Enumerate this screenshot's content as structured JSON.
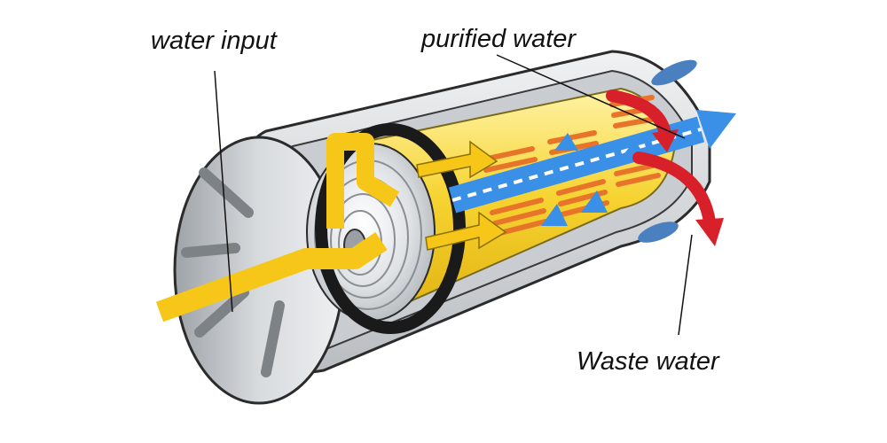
{
  "labels": {
    "water_input": "water input",
    "purified_water": "purified water",
    "waste_water": "Waste water"
  },
  "colors": {
    "feed_water": "#f6c718",
    "purified_water": "#3a8fe6",
    "waste_water": "#d8202a",
    "membrane_layers": "#e8742a",
    "housing": "#d9dcdf"
  },
  "parts": [
    "water-input-pipe",
    "pressure-housing",
    "spiral-membrane",
    "purified-water-outlet",
    "waste-water-outlet"
  ]
}
